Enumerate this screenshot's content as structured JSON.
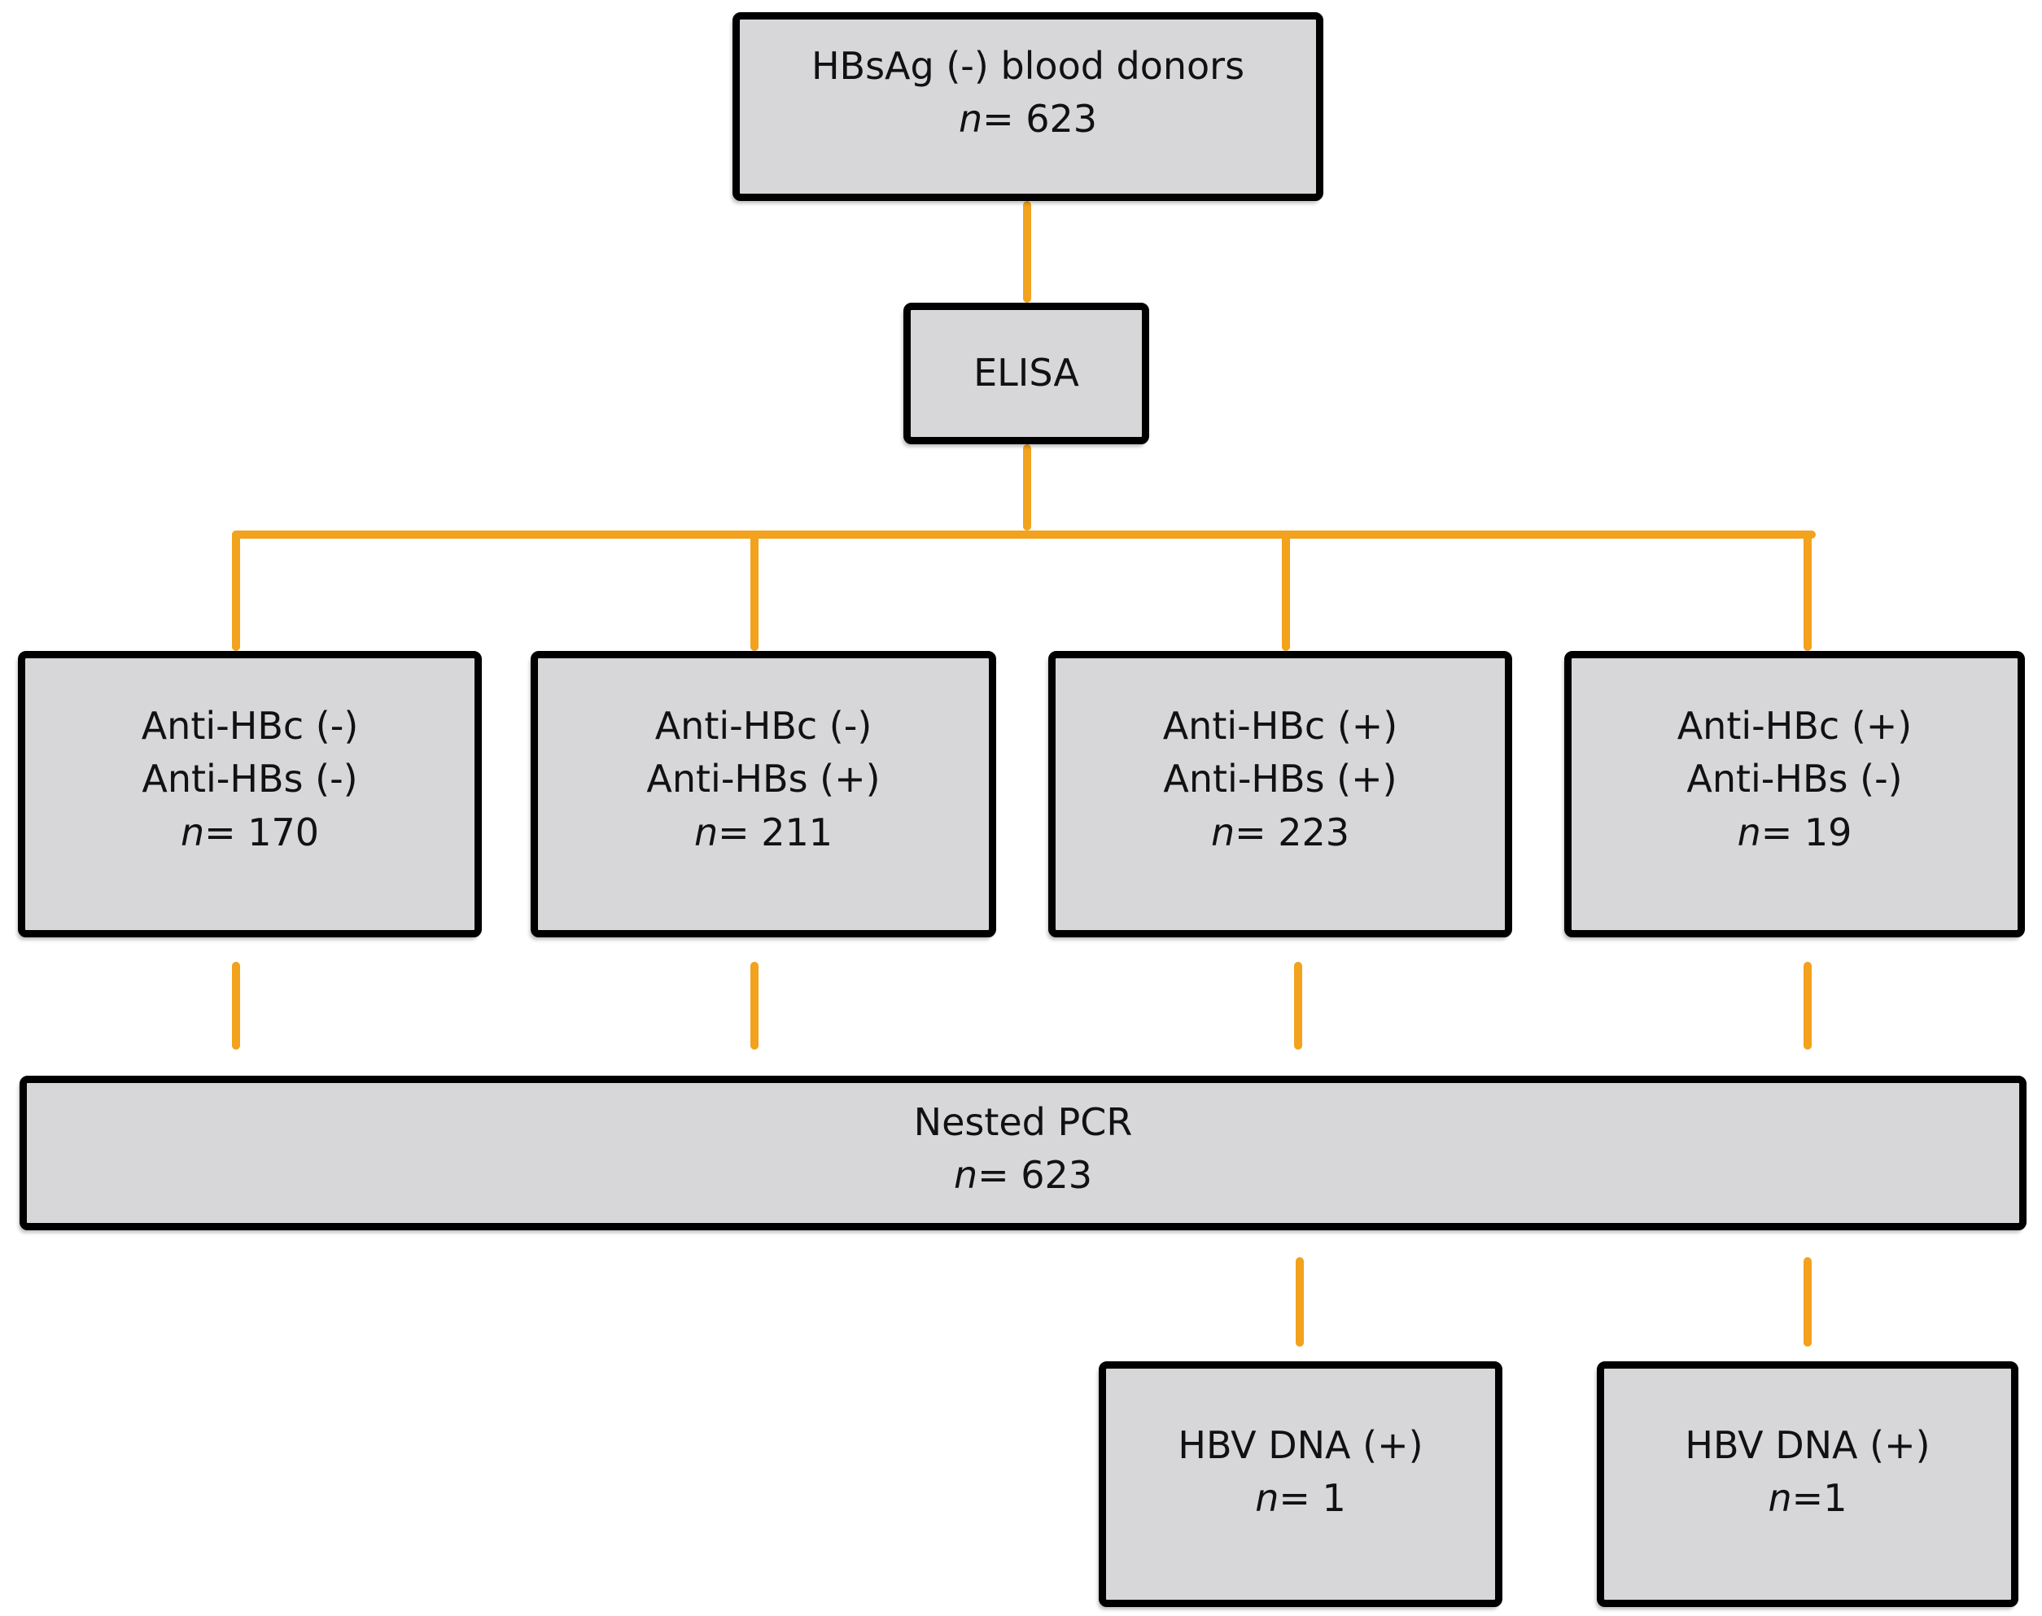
{
  "colors": {
    "background": "#ffffff",
    "box_fill": "#d7d7d9",
    "box_border": "#000000",
    "connector": "#f2a21c",
    "text": "#111111"
  },
  "flowchart": {
    "donors": {
      "line1": "HBsAg (-) blood donors",
      "n_line": "n= 623"
    },
    "elisa": {
      "label": "ELISA"
    },
    "groups": [
      {
        "line1": "Anti-HBc (-)",
        "line2": "Anti-HBs (-)",
        "n_line": "n= 170"
      },
      {
        "line1": "Anti-HBc (-)",
        "line2": "Anti-HBs (+)",
        "n_line": "n= 211"
      },
      {
        "line1": "Anti-HBc (+)",
        "line2": "Anti-HBs (+)",
        "n_line": "n= 223"
      },
      {
        "line1": "Anti-HBc (+)",
        "line2": "Anti-HBs (-)",
        "n_line": "n= 19"
      }
    ],
    "nested_pcr": {
      "line1": "Nested PCR",
      "n_line": "n= 623"
    },
    "results": [
      {
        "line1": "HBV DNA (+)",
        "n_line": "n= 1"
      },
      {
        "line1": "HBV DNA (+)",
        "n_line": "n=1"
      }
    ]
  }
}
